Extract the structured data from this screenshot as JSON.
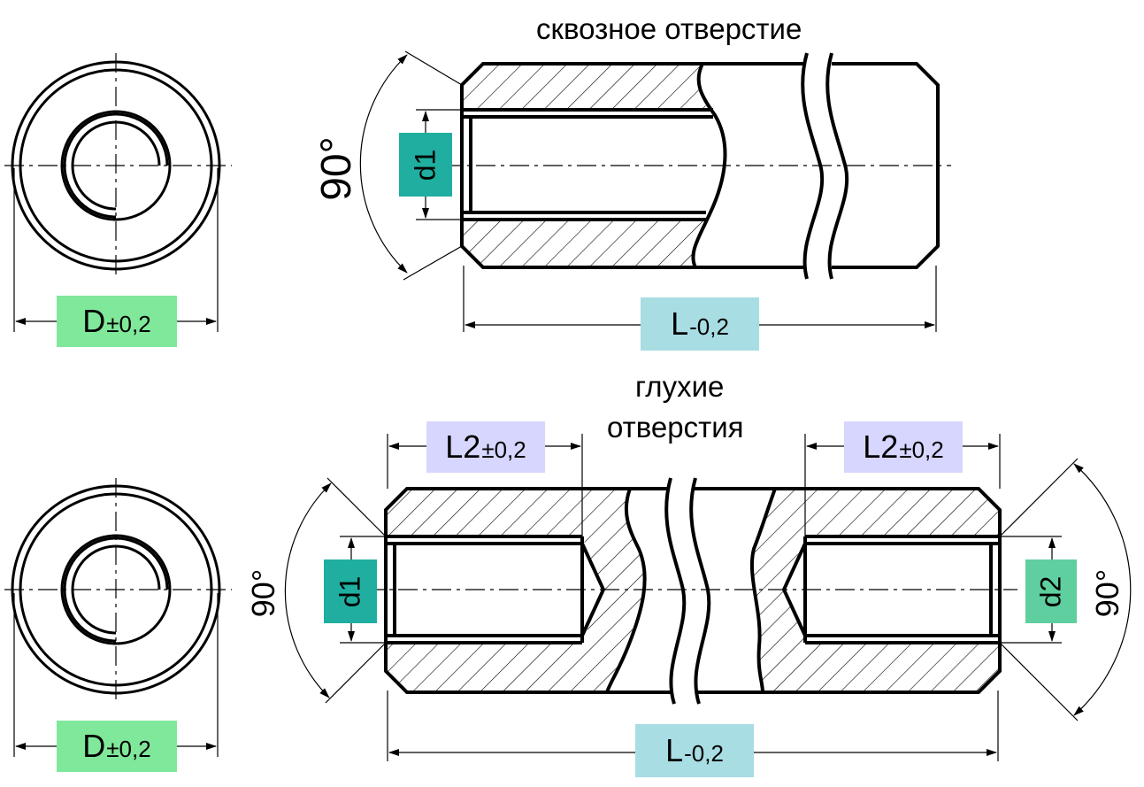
{
  "captions": {
    "through_hole": "сквозное отверстие",
    "blind_holes_line1": "глухие",
    "blind_holes_line2": "отверстия"
  },
  "dimensions": {
    "top_d": {
      "main": "D",
      "sub": "±0,2"
    },
    "top_L": {
      "main": "L",
      "sub": "-0,2"
    },
    "top_d1": "d1",
    "top_angle": "90°",
    "bot_d": {
      "main": "D",
      "sub": "±0,2"
    },
    "bot_L": {
      "main": "L",
      "sub": "-0,2"
    },
    "bot_L2_left": {
      "main": "L2",
      "sub": "±0,2"
    },
    "bot_L2_right": {
      "main": "L2",
      "sub": "±0,2"
    },
    "bot_d1": "d1",
    "bot_d2": "d2",
    "bot_angle_left": "90°",
    "bot_angle_right": "90°"
  },
  "colors": {
    "d_tag": "#7fe89a",
    "L_tag": "#a8dde3",
    "L2_tag": "#d6d6ff",
    "d1_tag": "#1fae9f",
    "d2_tag": "#5fcf9f"
  }
}
